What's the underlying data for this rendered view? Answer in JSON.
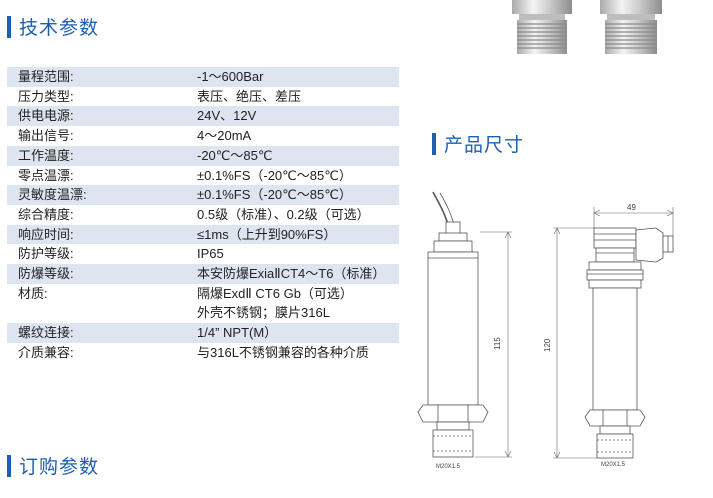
{
  "sections": {
    "specs_title": "技术参数",
    "dimensions_title": "产品尺寸",
    "order_title": "订购参数"
  },
  "specs": [
    {
      "key": "量程范围:",
      "value": "-1～600Bar",
      "shade": true
    },
    {
      "key": "压力类型:",
      "value": "表压、绝压、差压",
      "shade": false
    },
    {
      "key": "供电电源:",
      "value": "24V、12V",
      "shade": true
    },
    {
      "key": "输出信号:",
      "value": "4～20mA",
      "shade": false
    },
    {
      "key": "工作温度:",
      "value": "-20℃～85℃",
      "shade": true
    },
    {
      "key": "零点温漂:",
      "value": "±0.1%FS（-20℃～85℃）",
      "shade": false
    },
    {
      "key": "灵敏度温漂:",
      "value": "±0.1%FS（-20℃～85℃）",
      "shade": true
    },
    {
      "key": "综合精度:",
      "value": "0.5级（标准）、0.2级（可选）",
      "shade": false
    },
    {
      "key": "响应时间:",
      "value": "≤1ms（上升到90%FS）",
      "shade": true
    },
    {
      "key": "防护等级:",
      "value": "IP65",
      "shade": false
    },
    {
      "key": "防爆等级:",
      "value": "本安防爆ExiaⅡCT4～T6（标准）",
      "shade": true
    },
    {
      "key": "材质:",
      "value": "隔爆ExdⅡ CT6 Gb（可选）",
      "shade": false
    },
    {
      "key": "",
      "value": "外壳不锈钢；膜片316L",
      "shade": false
    },
    {
      "key": "螺纹连接:",
      "value": "1/4” NPT(M）",
      "shade": true
    },
    {
      "key": "介质兼容:",
      "value": "与316L不锈钢兼容的各种介质",
      "shade": false
    }
  ],
  "drawing_left": {
    "height_dim": "115",
    "thread_label": "M20X1.5"
  },
  "drawing_right": {
    "width_dim": "49",
    "height_dim": "120",
    "thread_label": "M20X1.5"
  },
  "colors": {
    "accent": "#1d5fb3",
    "row_shade": "#dde5f0",
    "line": "#555555"
  }
}
